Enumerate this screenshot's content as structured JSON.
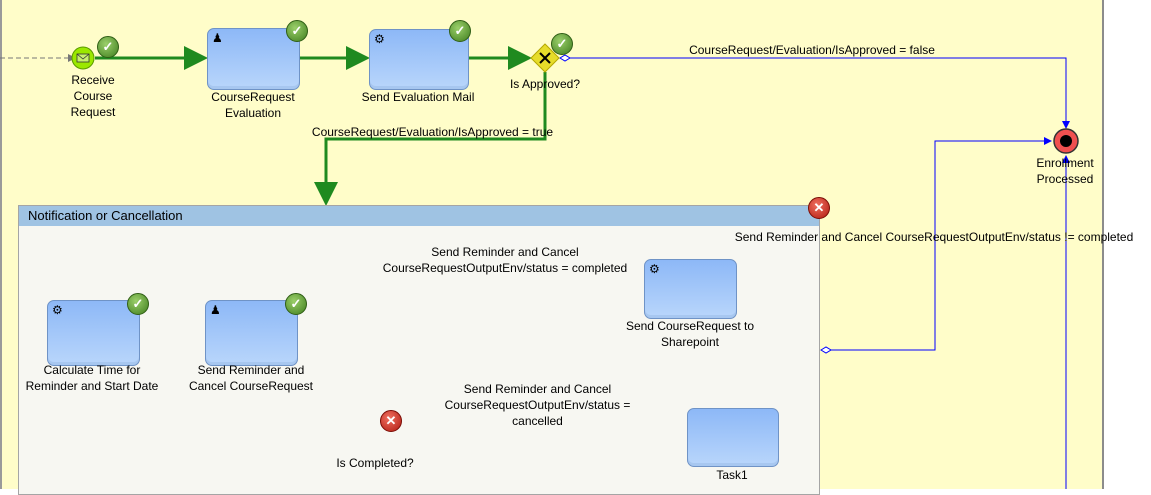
{
  "process": {
    "start_event": {
      "label": "Receive\nCourse\nRequest",
      "lines": [
        "Receive",
        "Course",
        "Request"
      ],
      "icon": "envelope-icon",
      "status": "completed"
    },
    "tasks": [
      {
        "lines": [
          "CourseRequest",
          "Evaluation"
        ],
        "type": "user-task",
        "icon": "person-icon",
        "status": "completed"
      },
      {
        "lines": [
          "Send Evaluation Mail"
        ],
        "type": "service-task",
        "icon": "gear-icon",
        "status": "completed"
      }
    ],
    "gateway": {
      "label": "Is Approved?",
      "status": "completed"
    },
    "flows": {
      "false_label": "CourseRequest/Evaluation/IsApproved = false",
      "true_label": "CourseRequest/Evaluation/IsApproved = true",
      "not_completed_label": "Send Reminder and Cancel CourseRequestOutputEnv/status != completed"
    },
    "end_event": {
      "lines": [
        "Enrollment",
        "Processed"
      ]
    }
  },
  "subprocess": {
    "title": "Notification or Cancellation",
    "status": "error",
    "tasks": [
      {
        "lines": [
          "Calculate Time for",
          "Reminder and Start Date"
        ],
        "type": "service-task",
        "icon": "gear-icon",
        "status": "completed"
      },
      {
        "lines": [
          "Send Reminder and",
          "Cancel CourseRequest"
        ],
        "type": "user-task",
        "icon": "person-icon",
        "status": "completed"
      },
      {
        "lines": [
          "Send CourseRequest to",
          "Sharepoint"
        ],
        "type": "service-task",
        "icon": "gear-icon"
      },
      {
        "lines": [
          "Task1"
        ]
      }
    ],
    "gateway": {
      "label": "Is Completed?",
      "status": "error"
    },
    "flows": {
      "completed_lines": [
        "Send Reminder and Cancel",
        "CourseRequestOutputEnv/status = completed"
      ],
      "cancelled_lines": [
        "Send Reminder and Cancel",
        "CourseRequestOutputEnv/status =",
        "cancelled"
      ]
    }
  },
  "colors": {
    "canvas": "#fffdc9",
    "executed_flow": "#1f8a1f",
    "flow": "#0000ff",
    "task": "#9fc6f8",
    "subprocess_header": "#9fc3e3"
  }
}
